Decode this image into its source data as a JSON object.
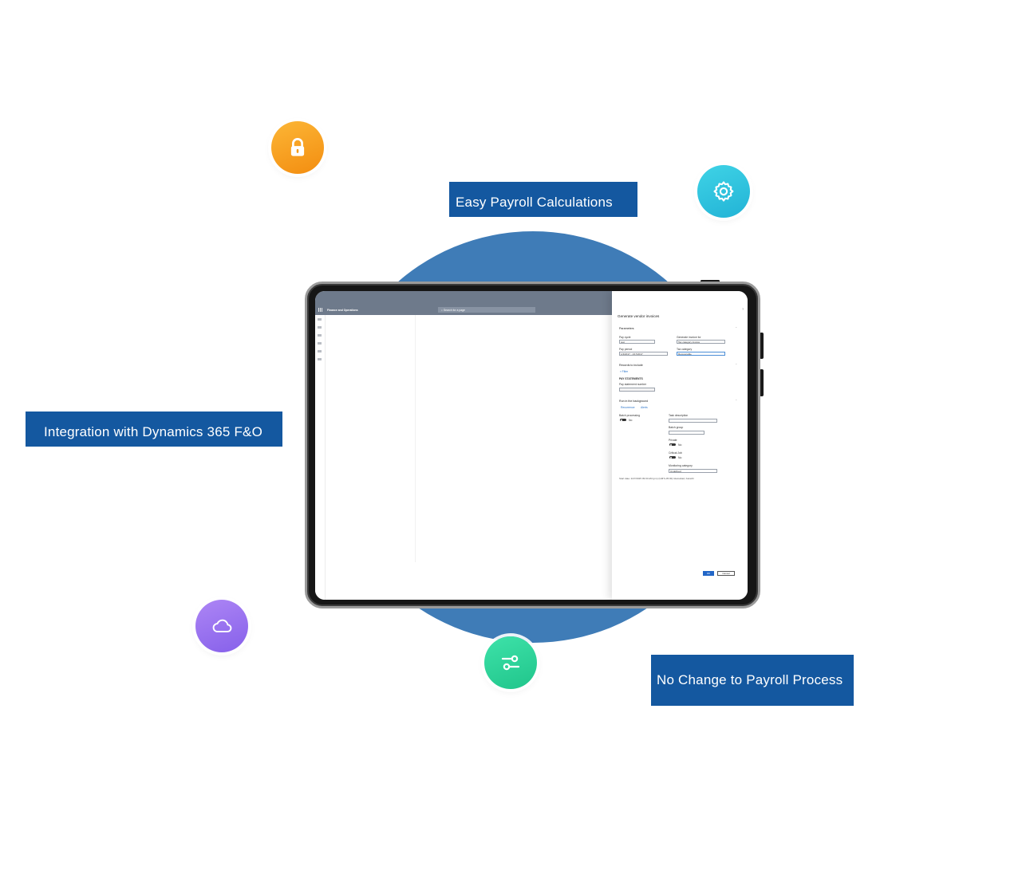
{
  "features": {
    "easy_payroll": "Easy Payroll Calculations",
    "integration": "Integration with Dynamics 365 F&O",
    "no_change": "No Change to Payroll Process"
  },
  "colors": {
    "label_bg": "#1458a0",
    "circle_bg": "#3f7cb7",
    "lock_disc": "#f7a21c",
    "gear_disc": "#2ec3dc",
    "cloud_disc": "#9b73ef",
    "slider_disc": "#2bd39b"
  },
  "icons": {
    "lock": "lock-icon",
    "gear": "gear-icon",
    "cloud": "cloud-icon",
    "sliders": "sliders-icon"
  },
  "app": {
    "title": "Finance and Operations",
    "search_placeholder": "Search for a page"
  },
  "panel": {
    "title": "Generate vendor invoices",
    "parameters": "Parameters",
    "pay_cycle_label": "Pay cycle",
    "pay_cycle_value": "test",
    "generate_label": "Generate invoice for",
    "generate_value": "Tax category invoice",
    "pay_period_label": "Pay period",
    "pay_period_value": "1/4/2017 - 1/17/2017",
    "tax_category_label": "Tax category",
    "tax_category_value": "Recoverable",
    "records_section": "Records to include",
    "filter_link": "Filter",
    "pay_statements": "PAY STATEMENTS",
    "pay_statement_number_label": "Pay statement number",
    "background_section": "Run in the background",
    "recurrence_link": "Recurrence",
    "alerts_link": "Alerts",
    "batch_processing_label": "Batch processing",
    "batch_processing_value": "No",
    "task_description_label": "Task description",
    "batch_group_label": "Batch group",
    "private_label": "Private",
    "private_value": "No",
    "critical_job_label": "Critical Job",
    "critical_job_value": "No",
    "monitoring_label": "Monitoring category",
    "monitoring_value": "Undefined",
    "start_date": "Start date: 2/27/2025 09:00 AM (pm) (GMT+05:00) Islamabad, Karachi",
    "ok": "OK",
    "cancel": "Cancel"
  }
}
